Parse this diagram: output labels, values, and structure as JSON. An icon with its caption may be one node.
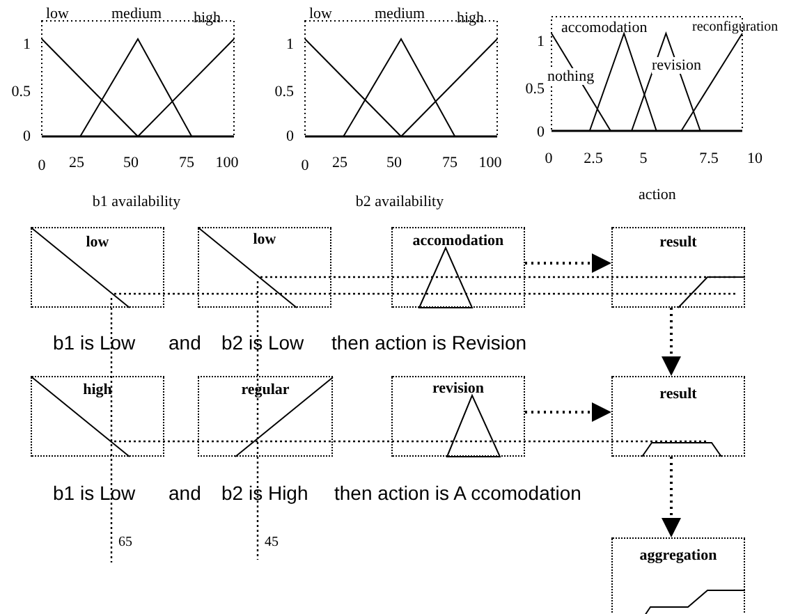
{
  "diagram": {
    "nodes": [
      {
        "text": [
          "low"
        ]
      },
      {
        "text": [
          "low"
        ]
      },
      {
        "text": [
          "accomodation"
        ]
      },
      {
        "text": [
          "result"
        ]
      },
      {
        "text": [
          "high"
        ]
      },
      {
        "text": [
          "regular"
        ]
      },
      {
        "text": [
          "revision"
        ]
      },
      {
        "text": [
          "result"
        ]
      },
      {
        "text": [
          "aggregation"
        ]
      }
    ],
    "edges": [
      {
        "from": 2,
        "to": 3,
        "arrow": "to"
      },
      {
        "from": 3,
        "to": 7,
        "arrow": "to"
      },
      {
        "from": 6,
        "to": 7,
        "arrow": "to"
      },
      {
        "from": 7,
        "to": 8,
        "arrow": "to"
      }
    ],
    "labels": [
      "low",
      "medium",
      "high",
      "1",
      "0.5",
      "0",
      "0",
      "25",
      "50",
      "75",
      "100",
      "b1 availability",
      "low",
      "medium",
      "high",
      "1",
      "0.5",
      "0",
      "0",
      "25",
      "50",
      "75",
      "100",
      "b2 availability",
      "accomodation",
      "reconfiguration",
      "nothing",
      "revision",
      "1",
      "0.5",
      "0",
      "0",
      "2.5",
      "5",
      "7.5",
      "10",
      "action",
      "b1 is Low",
      "and",
      "b2 is Low",
      "then action is Revision",
      "b1 is Low",
      "and",
      "b2 is High",
      "then action is A ccomodation",
      "65",
      "45"
    ]
  }
}
